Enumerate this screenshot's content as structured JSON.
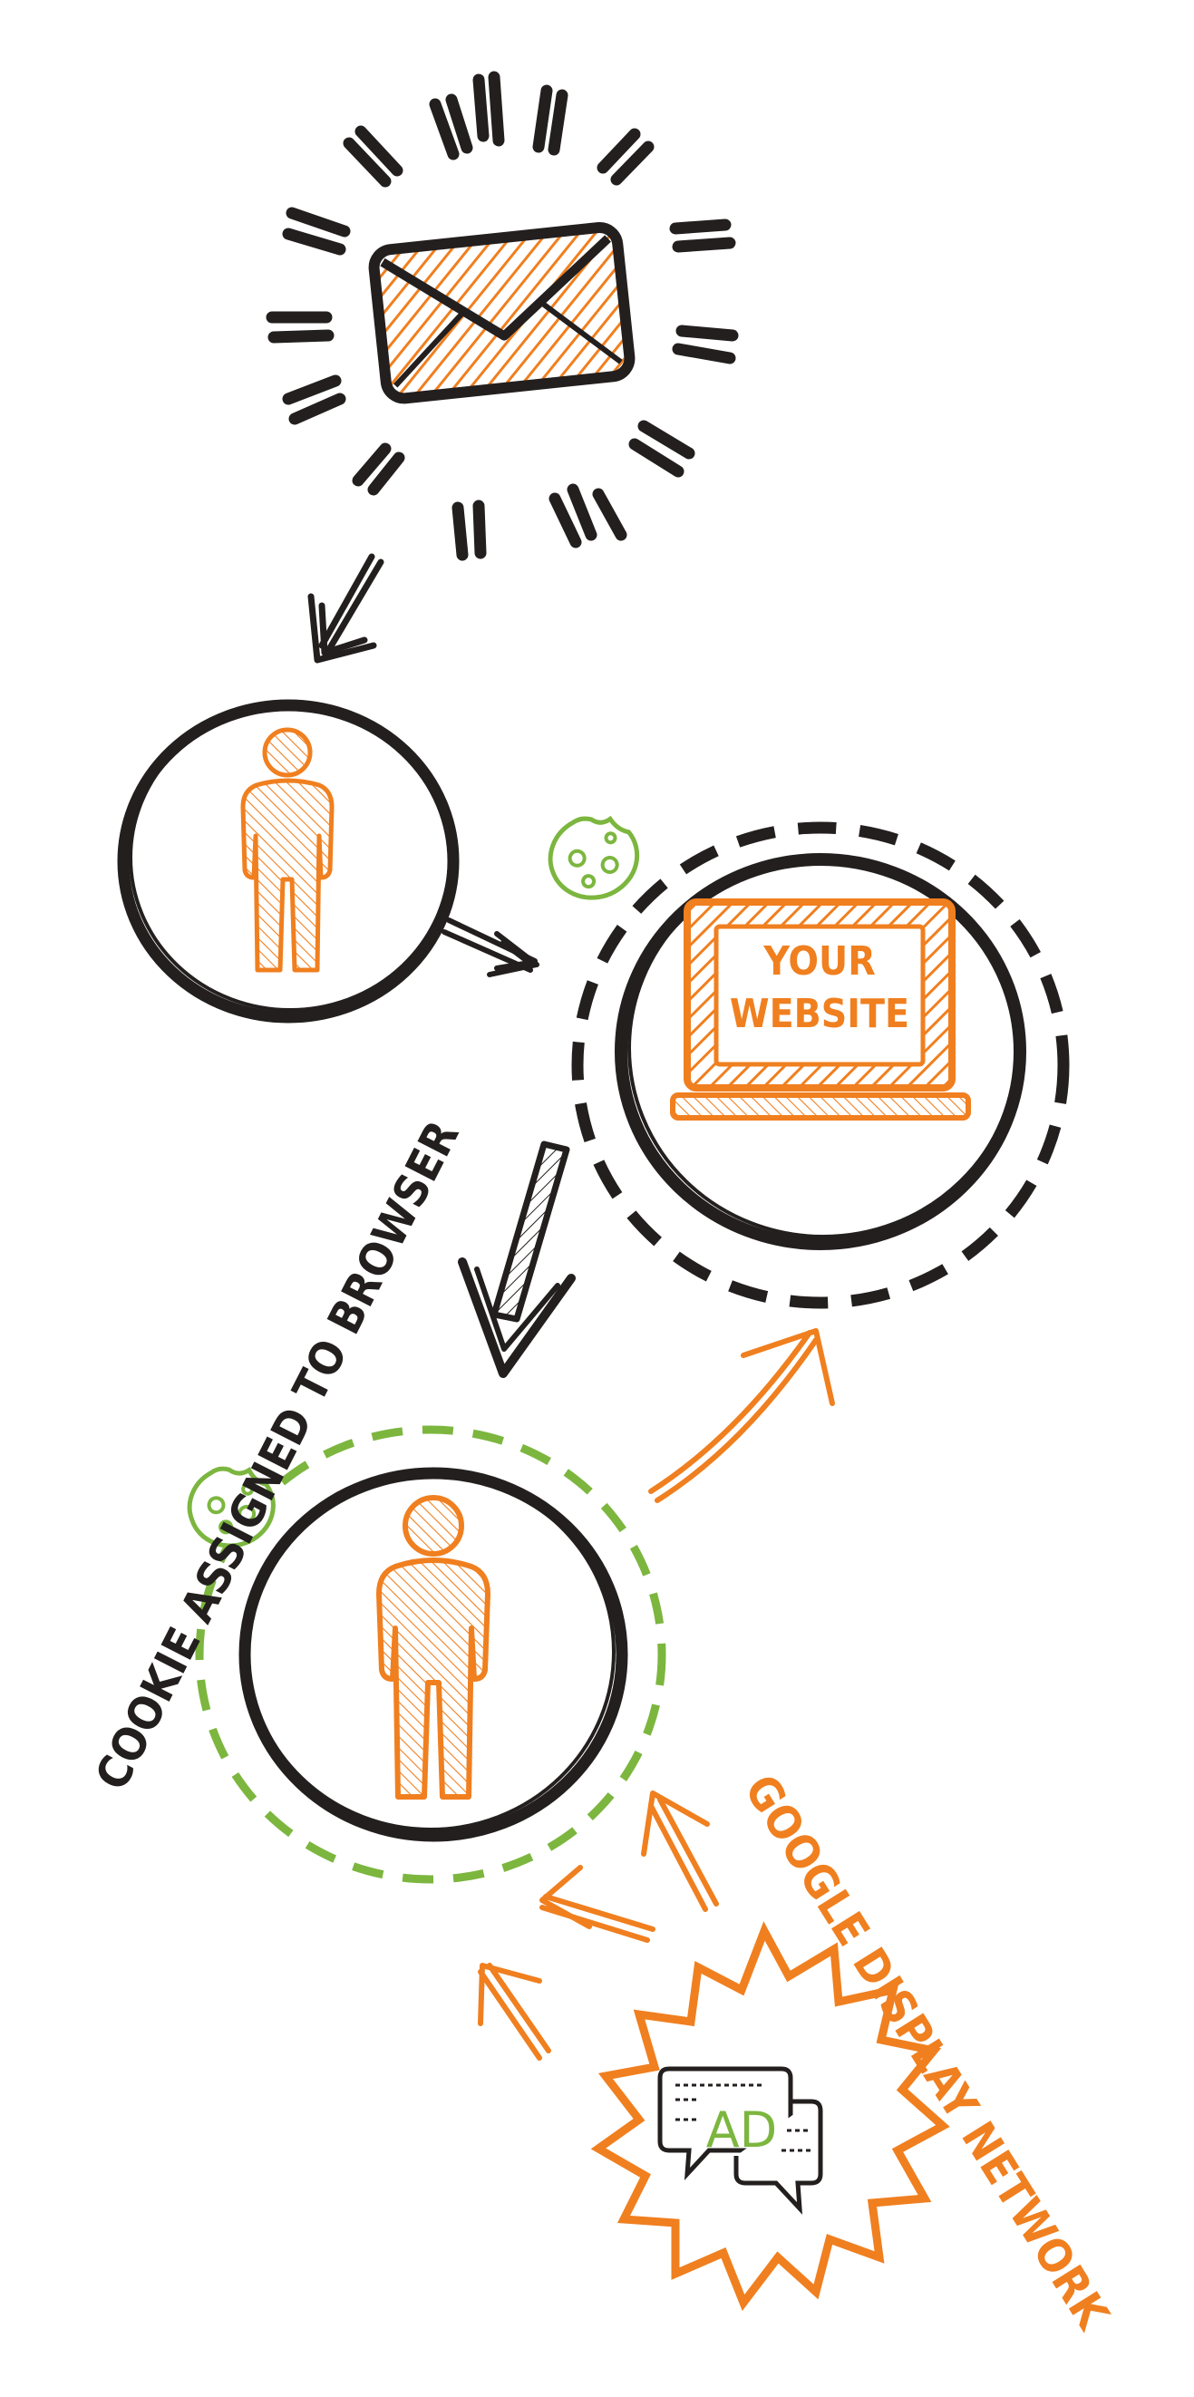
{
  "colors": {
    "ink": "#231f1e",
    "accent": "#f07f1f",
    "cookie": "#7cb63f",
    "background": "#ffffff"
  },
  "website": {
    "line1": "YOUR",
    "line2": "WEBSITE"
  },
  "labels": {
    "cookie_assigned": "COOKIE ASSIGNED TO BROWSER",
    "display_network": "GOOGLE DISPLAY NETWORK",
    "ad": "AD"
  },
  "icons": [
    "email-envelope-icon",
    "person-icon",
    "cookie-icon",
    "laptop-icon",
    "ad-chat-bubbles-icon",
    "starburst-badge"
  ]
}
